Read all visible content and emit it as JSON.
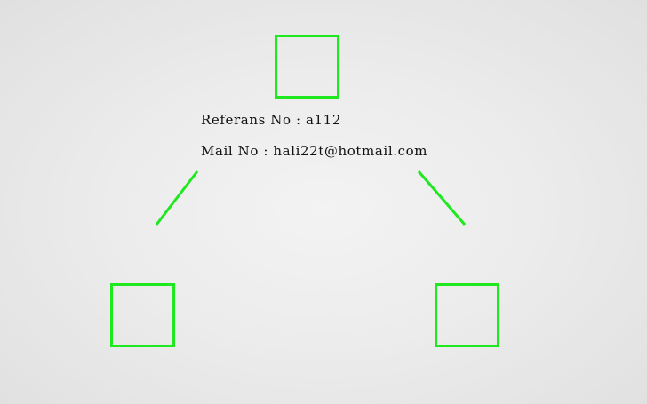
{
  "info": {
    "reference_label": "Referans No",
    "reference_value": "a112",
    "mail_label": "Mail No",
    "mail_value": "hali22t@hotmail.com",
    "separator": " : "
  },
  "colors": {
    "accent_green": "#1ee81e",
    "text": "#111111",
    "background": "#ececec"
  }
}
